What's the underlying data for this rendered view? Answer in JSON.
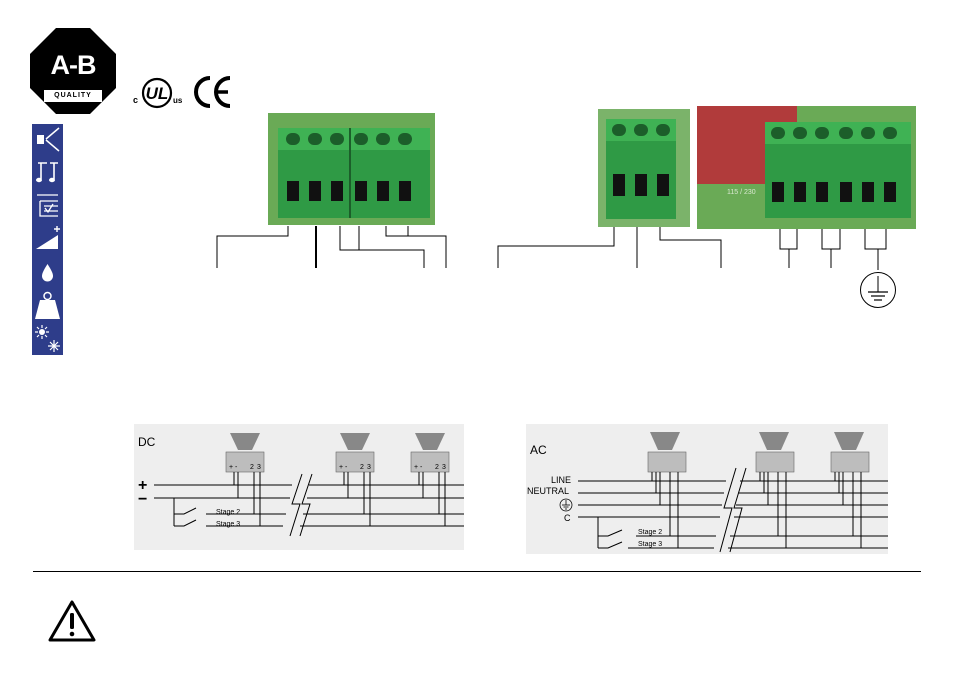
{
  "logo": {
    "letters": "A-B",
    "subtitle": "QUALITY"
  },
  "certifications": {
    "ul": "UL",
    "ul_c": "c",
    "ul_us": "us",
    "ce": "CE"
  },
  "icons": [
    "horn-icon",
    "music-note-icon",
    "pattern-select-icon",
    "volume-icon",
    "ip-rating-icon",
    "weight-icon",
    "temperature-icon"
  ],
  "terminals": {
    "ac_photo_label": "115 / 230"
  },
  "dc_diagram": {
    "title": "DC",
    "plus": "+",
    "minus": "−",
    "terminal_labels": [
      "+ -",
      "2",
      "3"
    ],
    "stage2": "Stage 2",
    "stage3": "Stage 3"
  },
  "ac_diagram": {
    "title": "AC",
    "line": "LINE",
    "neutral": "NEUTRAL",
    "c": "C",
    "stage2": "Stage 2",
    "stage3": "Stage 3"
  }
}
